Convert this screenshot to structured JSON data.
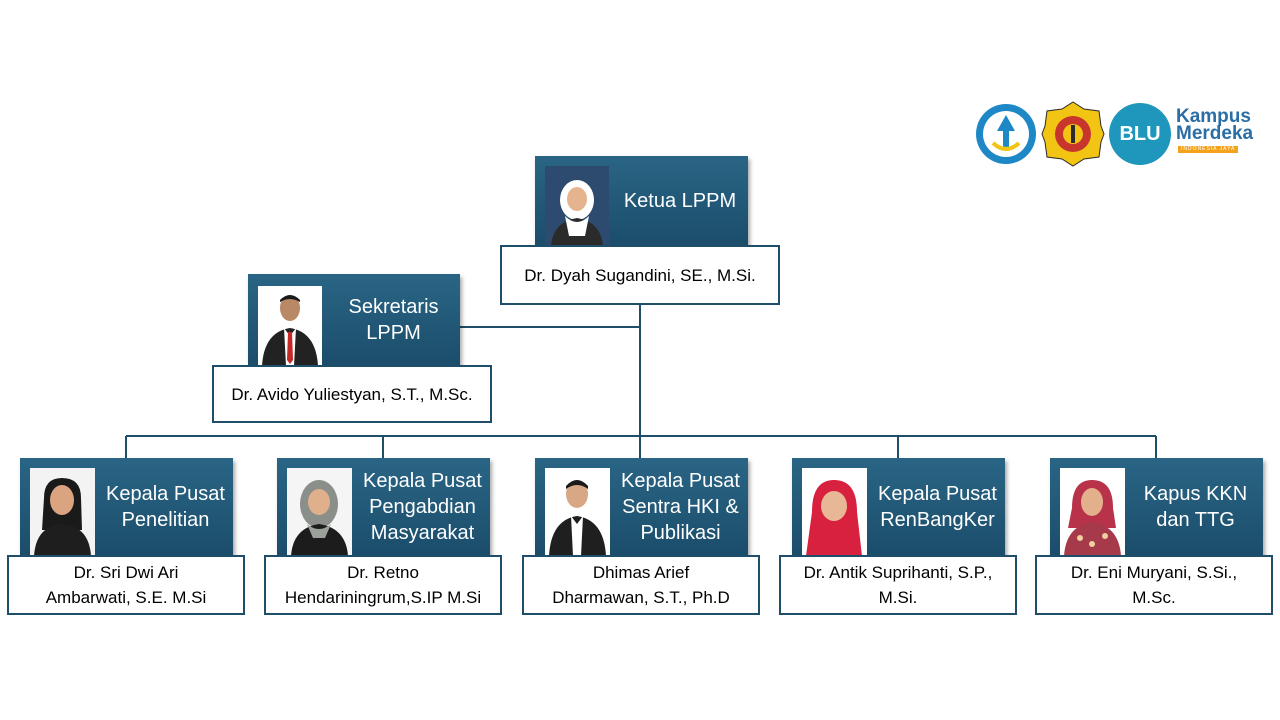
{
  "colors": {
    "accent": "#1f4e6a",
    "box_fill": "#235a7a",
    "line": "#1f4e6a"
  },
  "logos": {
    "items": [
      {
        "icon": "tut-wuri-handayani-logo"
      },
      {
        "icon": "university-seal-logo"
      },
      {
        "icon": "blu-speed-logo",
        "text": "BLU"
      },
      {
        "icon": "kampus-merdeka-logo",
        "line1": "Kampus",
        "line2": "Merdeka",
        "sub": "INDONESIA JAYA"
      }
    ]
  },
  "chart": {
    "head": {
      "title": "Ketua LPPM",
      "name": "Dr. Dyah Sugandini, SE., M.Si.",
      "photo_icon": "woman-hijab-photo"
    },
    "secretary": {
      "title": "Sekretaris\nLPPM",
      "name": "Dr. Avido Yuliestyan, S.T., M.Sc.",
      "photo_icon": "man-suit-photo"
    },
    "units": [
      {
        "title": "Kepala Pusat\nPenelitian",
        "name": "Dr. Sri Dwi Ari\nAmbarwati, S.E. M.Si",
        "photo_icon": "woman-photo"
      },
      {
        "title": "Kepala Pusat\nPengabdian\nMasyarakat",
        "name": "Dr. Retno\nHendariningrum,S.IP M.Si",
        "photo_icon": "woman-hijab-photo"
      },
      {
        "title": "Kepala Pusat\nSentra HKI &\nPublikasi",
        "name": "Dhimas Arief\nDharmawan, S.T., Ph.D",
        "photo_icon": "man-suit-photo"
      },
      {
        "title": "Kepala Pusat\nRenBangKer",
        "name": "Dr. Antik Suprihanti, S.P.,\nM.Si.",
        "photo_icon": "woman-hijab-photo"
      },
      {
        "title": "Kapus KKN\ndan TTG",
        "name": "Dr. Eni Muryani, S.Si.,\nM.Sc.",
        "photo_icon": "woman-hijab-photo"
      }
    ]
  }
}
